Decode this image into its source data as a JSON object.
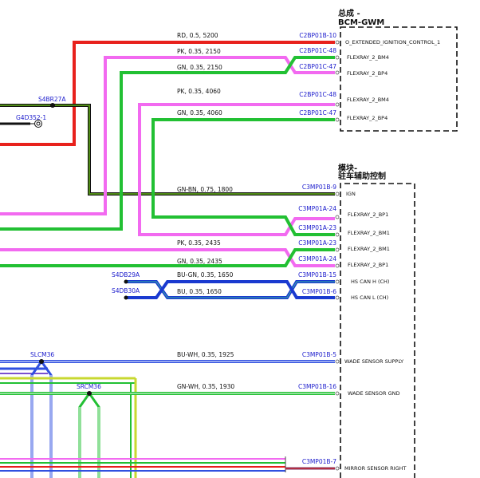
{
  "modules": [
    {
      "id": "bcm",
      "line1": "总成 -",
      "line2": "BCM-GWM"
    },
    {
      "id": "park",
      "line1": "模块-",
      "line2": "驻车辅助控制"
    }
  ],
  "wires": [
    {
      "id": "w1",
      "spec": "RD, 0.5, 5200",
      "connector": "C2BP01B-10",
      "pin": "O_EXTENDED_IGNITION_CONTROL_1",
      "color": "#e8211c"
    },
    {
      "id": "w2",
      "spec": "PK, 0.35, 2150",
      "connector": "C2BP01C-48",
      "pin": "FLEXRAY_2_BM4",
      "color": "#f26af0"
    },
    {
      "id": "w3",
      "spec": "GN, 0.35, 2150",
      "connector": "C2BP01C-47",
      "pin": "FLEXRAY_2_BP4",
      "color": "#22c033"
    },
    {
      "id": "w4",
      "spec": "PK, 0.35, 4060",
      "connector": "C2BP01C-48",
      "pin": "FLEXRAY_2_BM4",
      "color": "#f26af0"
    },
    {
      "id": "w5",
      "spec": "GN, 0.35, 4060",
      "connector": "C2BP01C-47",
      "pin": "FLEXRAY_2_BP4",
      "color": "#22c033"
    },
    {
      "id": "w6",
      "spec": "GN-BN, 0.75, 1800",
      "connector": "C3MP01B-9",
      "pin": "IGN",
      "color": "#3a6b10"
    },
    {
      "id": "w7",
      "spec": "",
      "connector": "C3MP01A-24",
      "pin": "FLEXRAY_2_BP1",
      "color": "#22c033"
    },
    {
      "id": "w8",
      "spec": "",
      "connector": "C3MP01A-23",
      "pin": "FLEXRAY_2_BM1",
      "color": "#f26af0"
    },
    {
      "id": "w9",
      "spec": "PK, 0.35, 2435",
      "connector": "C3MP01A-23",
      "pin": "FLEXRAY_2_BM1",
      "color": "#f26af0"
    },
    {
      "id": "w10",
      "spec": "GN, 0.35, 2435",
      "connector": "C3MP01A-24",
      "pin": "FLEXRAY_2_BP1",
      "color": "#22c033"
    },
    {
      "id": "w11",
      "spec": "BU-GN, 0.35, 1650",
      "connector": "C3MP01B-15",
      "pin": "HS CAN H (CH)",
      "color": "#1a3ad0"
    },
    {
      "id": "w12",
      "spec": "BU, 0.35, 1650",
      "connector": "C3MP01B-6",
      "pin": "HS CAN L (CH)",
      "color": "#1a3ad0"
    },
    {
      "id": "w13",
      "spec": "BU-WH, 0.35, 1925",
      "connector": "C3MP01B-5",
      "pin": "WADE SENSOR SUPPLY",
      "color": "#3050e0"
    },
    {
      "id": "w14",
      "spec": "GN-WH, 0.35, 1930",
      "connector": "C3MP01B-16",
      "pin": "WADE SENSOR GND",
      "color": "#22c033"
    },
    {
      "id": "w15",
      "spec": "",
      "connector": "C3MP01B-7",
      "pin": "MIRROR SENSOR RIGHT",
      "color": "#7a3a6a"
    }
  ],
  "splices": [
    {
      "id": "s1",
      "label": "S4BR27A"
    },
    {
      "id": "s2",
      "label": "G4D352-1"
    },
    {
      "id": "s3",
      "label": "S4DB29A"
    },
    {
      "id": "s4",
      "label": "S4DB30A"
    },
    {
      "id": "s5",
      "label": "SLCM36"
    },
    {
      "id": "s6",
      "label": "SRCM36"
    }
  ]
}
